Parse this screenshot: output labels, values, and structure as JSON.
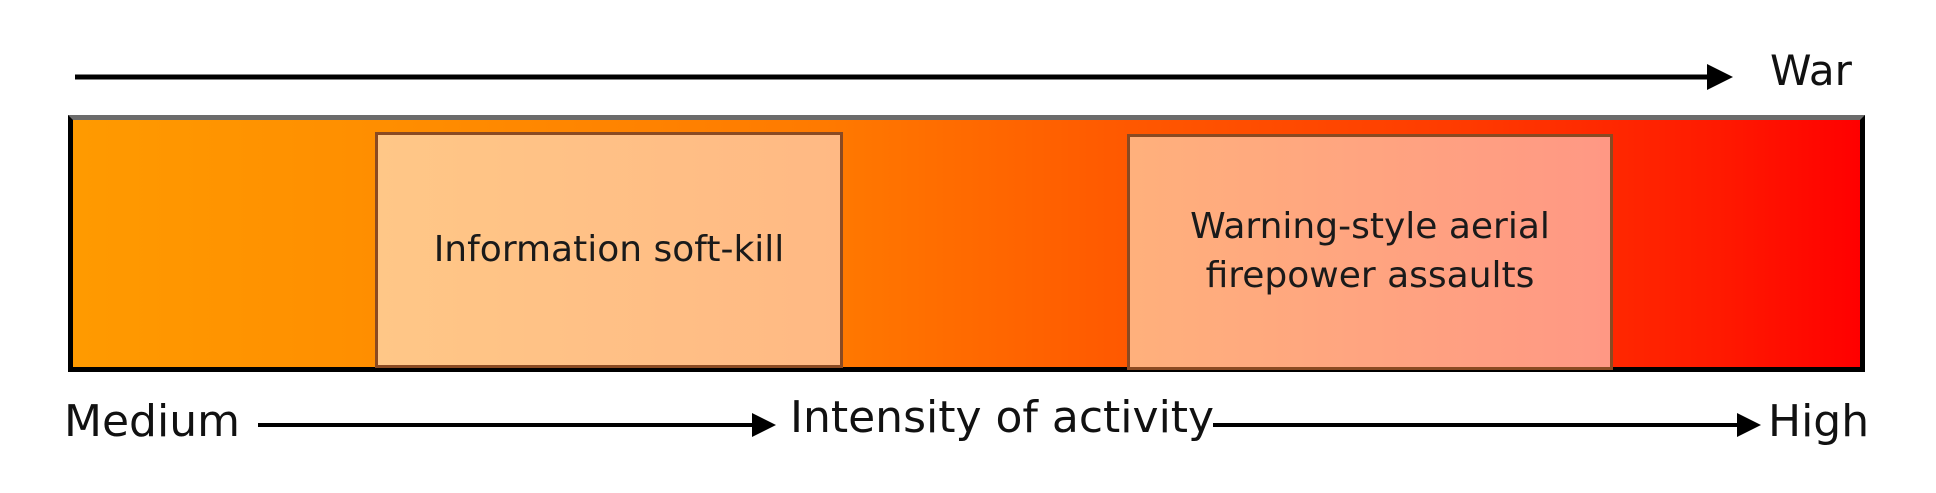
{
  "diagram": {
    "top_axis": {
      "label": "War"
    },
    "activities": [
      {
        "label": "Information soft-kill"
      },
      {
        "label": "Warning-style aerial firepower assaults"
      }
    ],
    "bottom_axis": {
      "low_label": "Medium",
      "center_label": "Intensity of activity",
      "high_label": "High"
    },
    "colors": {
      "gradient_start": "#ff9a00",
      "gradient_end": "#ff0000",
      "box_border": "#8a4a22"
    }
  }
}
